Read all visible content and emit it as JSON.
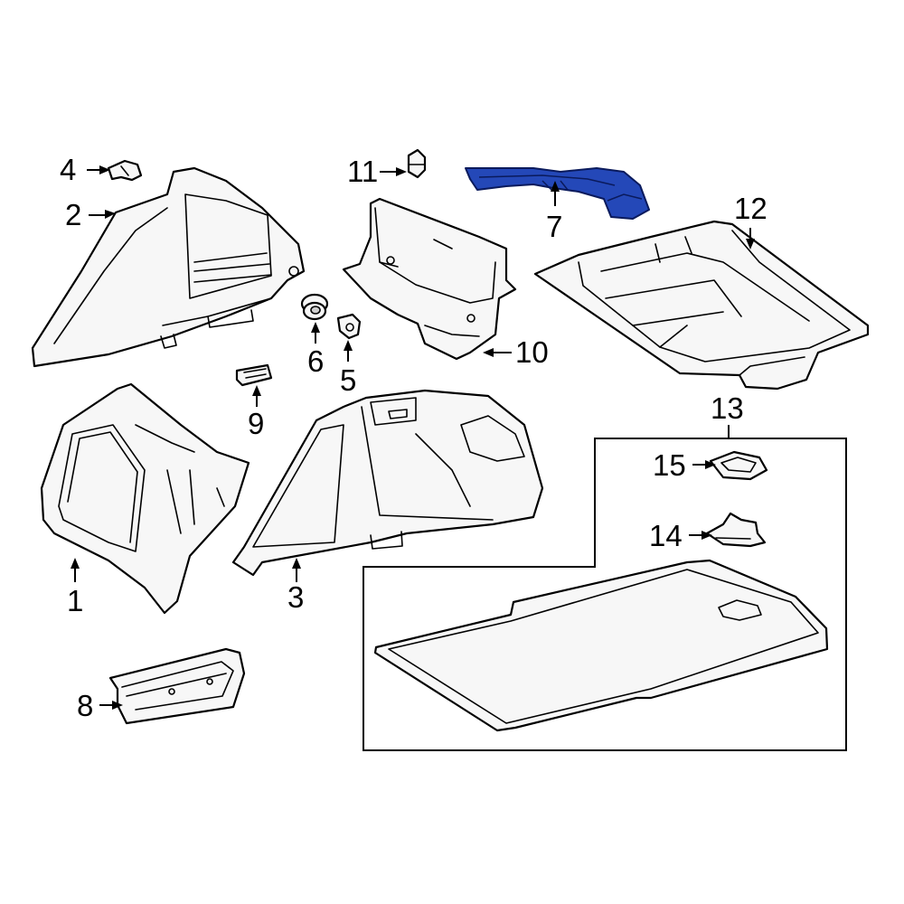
{
  "callouts": {
    "c1": "1",
    "c2": "2",
    "c3": "3",
    "c4": "4",
    "c5": "5",
    "c6": "6",
    "c7": "7",
    "c8": "8",
    "c9": "9",
    "c10": "10",
    "c11": "11",
    "c12": "12",
    "c13": "13",
    "c14": "14",
    "c15": "15"
  },
  "colors": {
    "highlight": "#2448b8",
    "line": "#000000",
    "background": "#ffffff"
  }
}
